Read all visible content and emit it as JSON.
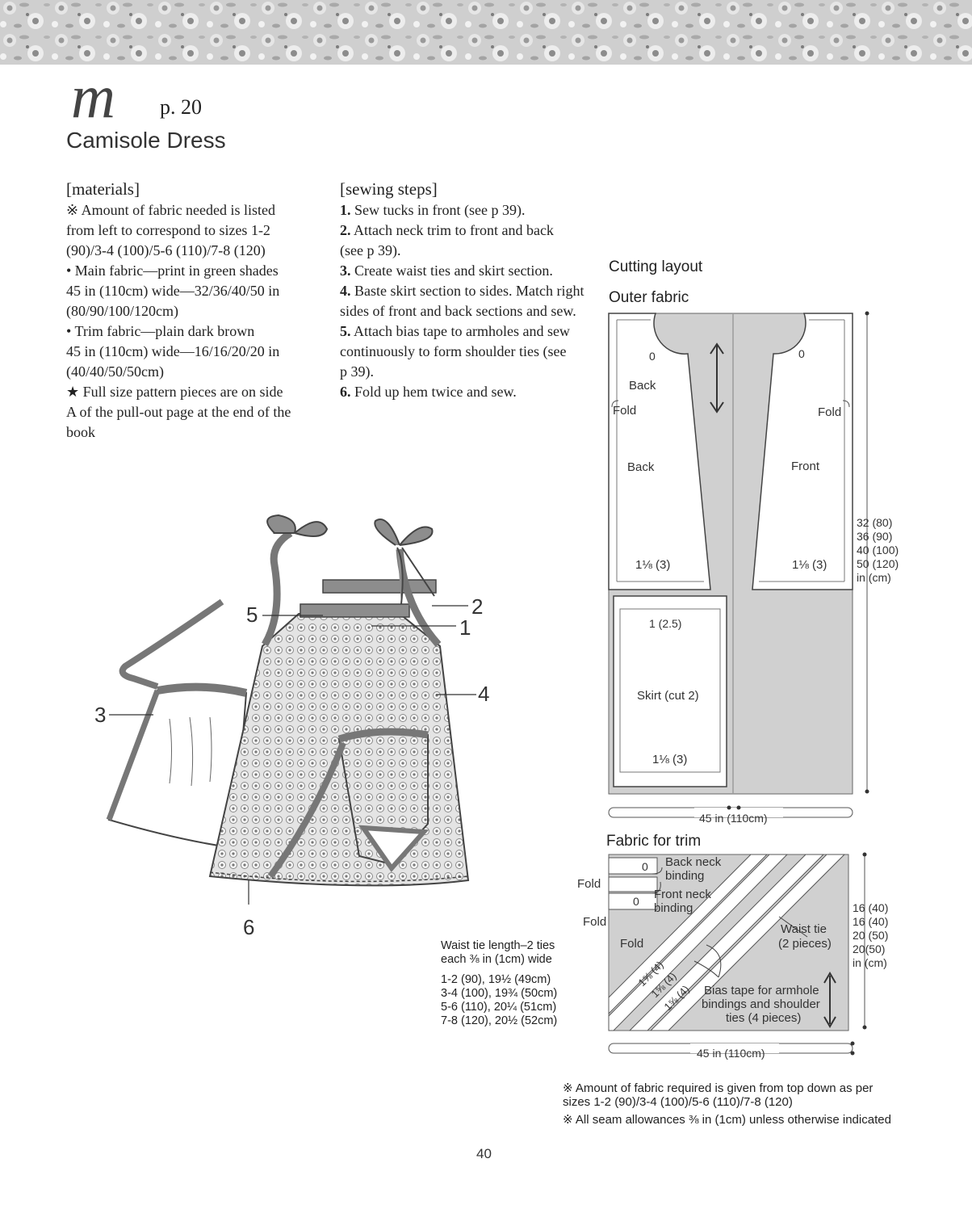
{
  "header": {
    "letter": "m",
    "page_ref": "p. 20",
    "title": "Camisole Dress"
  },
  "materials": {
    "heading": "[materials]",
    "lines": [
      "※ Amount of fabric needed is listed",
      "from left to correspond to sizes 1-2",
      "(90)/3-4 (100)/5-6 (110)/7-8 (120)",
      "• Main fabric—print in green shades",
      "45 in (110cm) wide—32/36/40/50 in",
      "(80/90/100/120cm)",
      "• Trim fabric—plain dark brown",
      "45 in (110cm) wide—16/16/20/20 in",
      "(40/40/50/50cm)",
      "★ Full size pattern pieces are on side",
      "A of the pull-out page at the end of the",
      "book"
    ]
  },
  "steps": {
    "heading": "[sewing steps]",
    "items": [
      {
        "num": "1.",
        "text": "Sew tucks in front (see p 39)."
      },
      {
        "num": "2.",
        "text": "Attach neck trim to front and back"
      },
      {
        "num": "",
        "text": "(see p 39)."
      },
      {
        "num": "3.",
        "text": "Create waist ties and skirt section."
      },
      {
        "num": "4.",
        "text": "Baste skirt section to sides. Match right"
      },
      {
        "num": "",
        "text": "sides of front and back sections and sew."
      },
      {
        "num": "5.",
        "text": "Attach bias tape to armholes and sew"
      },
      {
        "num": "",
        "text": "continuously to form shoulder ties (see"
      },
      {
        "num": "",
        "text": "p 39)."
      },
      {
        "num": "6.",
        "text": "Fold up hem twice and sew."
      }
    ]
  },
  "dress_callouts": [
    "1",
    "2",
    "3",
    "4",
    "5",
    "6"
  ],
  "waist_tie": {
    "heading": [
      "Waist tie length–2 ties",
      "each ⅜ in (1cm) wide"
    ],
    "sizes": [
      "1-2 (90), 19½ (49cm)",
      "3-4 (100), 19¾ (50cm)",
      "5-6 (110), 20¼ (51cm)",
      "7-8 (120), 20½ (52cm)"
    ]
  },
  "cutting": {
    "heading": "Cutting layout",
    "outer_heading": "Outer fabric",
    "zero": "0",
    "fold": "Fold",
    "back_upper": "Back",
    "back_label": "Back",
    "front_label": "Front",
    "seam_back": "1⅛ (3)",
    "seam_front": "1⅛ (3)",
    "skirt_top": "1 (2.5)",
    "skirt_label": "Skirt (cut 2)",
    "skirt_bottom": "1⅛ (3)",
    "length_sizes": [
      "32 (80)",
      "36 (90)",
      "40 (100)",
      "50 (120)",
      "in (cm)"
    ],
    "width": "45 in (110cm)"
  },
  "trim": {
    "heading": "Fabric for trim",
    "zero": "0",
    "back_neck": [
      "Back neck",
      "binding"
    ],
    "front_neck": [
      "Front neck",
      "binding"
    ],
    "fold": "Fold",
    "waist_tie": [
      "Waist tie",
      "(2 pieces)"
    ],
    "bias_tape": [
      "Bias tape for armhole",
      "bindings and shoulder",
      "ties (4 pieces)"
    ],
    "strip_width": "1⅝ (4)",
    "length_sizes": [
      "16 (40)",
      "16 (40)",
      "20 (50)",
      "20(50)",
      "in (cm)"
    ],
    "width": "45 in (110cm)"
  },
  "notes": [
    "※ Amount of fabric required is given from top down as per",
    "sizes 1-2 (90)/3-4 (100)/5-6 (110)/7-8 (120)",
    "※ All seam allowances ⅜ in (1cm) unless otherwise indicated"
  ],
  "page_number": "40"
}
